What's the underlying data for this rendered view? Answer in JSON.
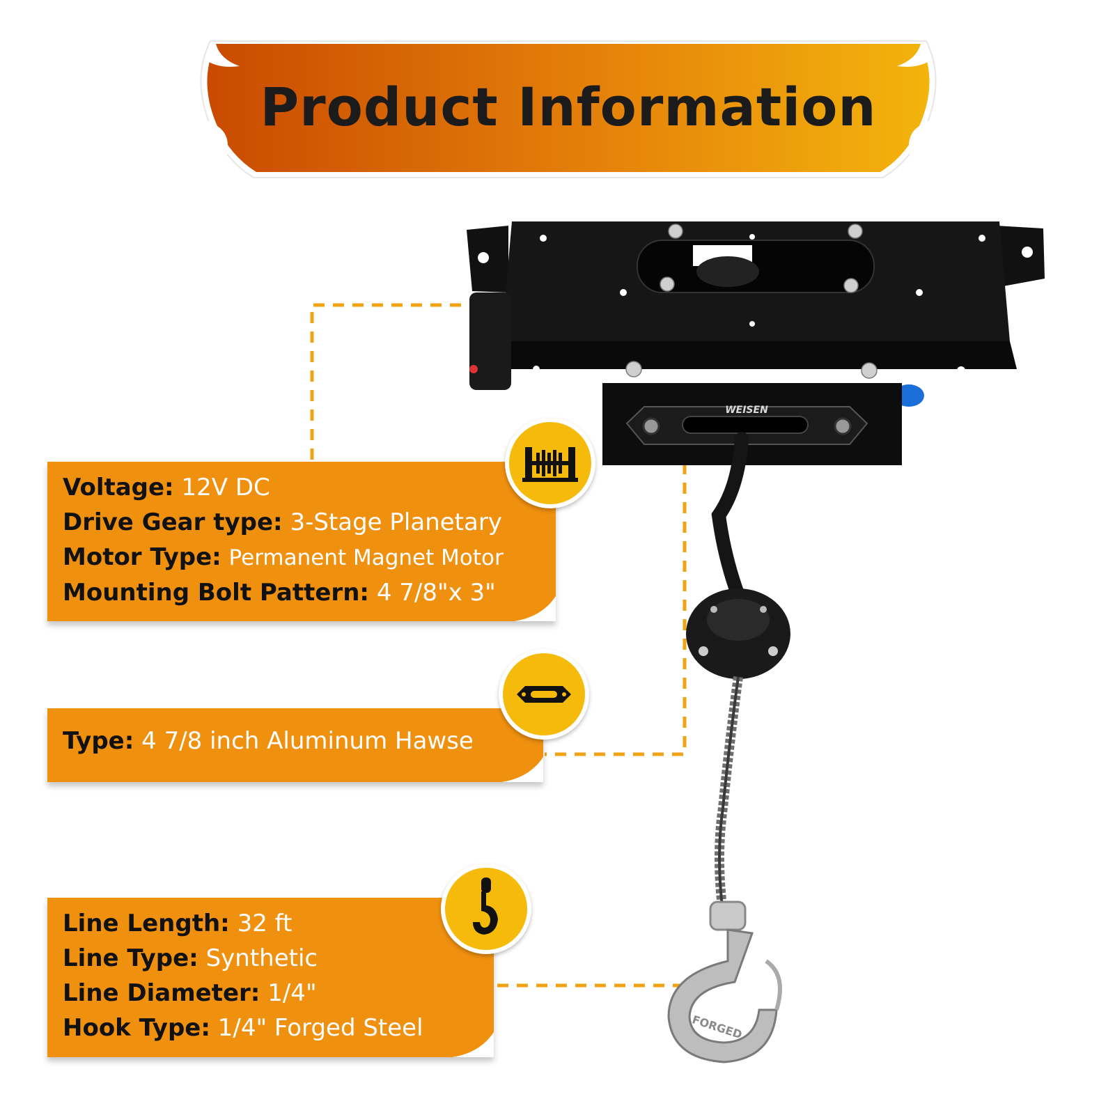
{
  "title": "Product Information",
  "spec_sections": [
    {
      "lines": [
        {
          "label": "Voltage:",
          "value": "12V DC"
        },
        {
          "label": "Drive Gear type:",
          "value": "3-Stage Planetary"
        },
        {
          "label": "Motor Type:",
          "value": "Permanent Magnet Motor"
        },
        {
          "label": "Mounting Bolt Pattern:",
          "value": "4 7/8\"x 3\""
        }
      ]
    },
    {
      "lines": [
        {
          "label": "Type:",
          "value": "4 7/8 inch Aluminum Hawse"
        }
      ]
    },
    {
      "lines": [
        {
          "label": "Line Length:",
          "value": "32 ft"
        },
        {
          "label": "Line Type:",
          "value": "Synthetic"
        },
        {
          "label": "Line Diameter:",
          "value": "1/4\""
        },
        {
          "label": "Hook Type:",
          "value": "1/4\" Forged Steel"
        }
      ]
    }
  ],
  "product": {
    "brand": "WEISEN",
    "hook_stamp": "FORGED"
  },
  "icons": {
    "specs": "winch-icon",
    "hawse": "hawse-fairlead-icon",
    "line": "hook-icon"
  },
  "colors": {
    "banner_left": "#c94a00",
    "banner_right": "#f3b40c",
    "box": "#f0900f",
    "badge": "#f5ba0a",
    "leader": "#f0a414",
    "label_text": "#111111",
    "value_text": "#ffffff"
  }
}
